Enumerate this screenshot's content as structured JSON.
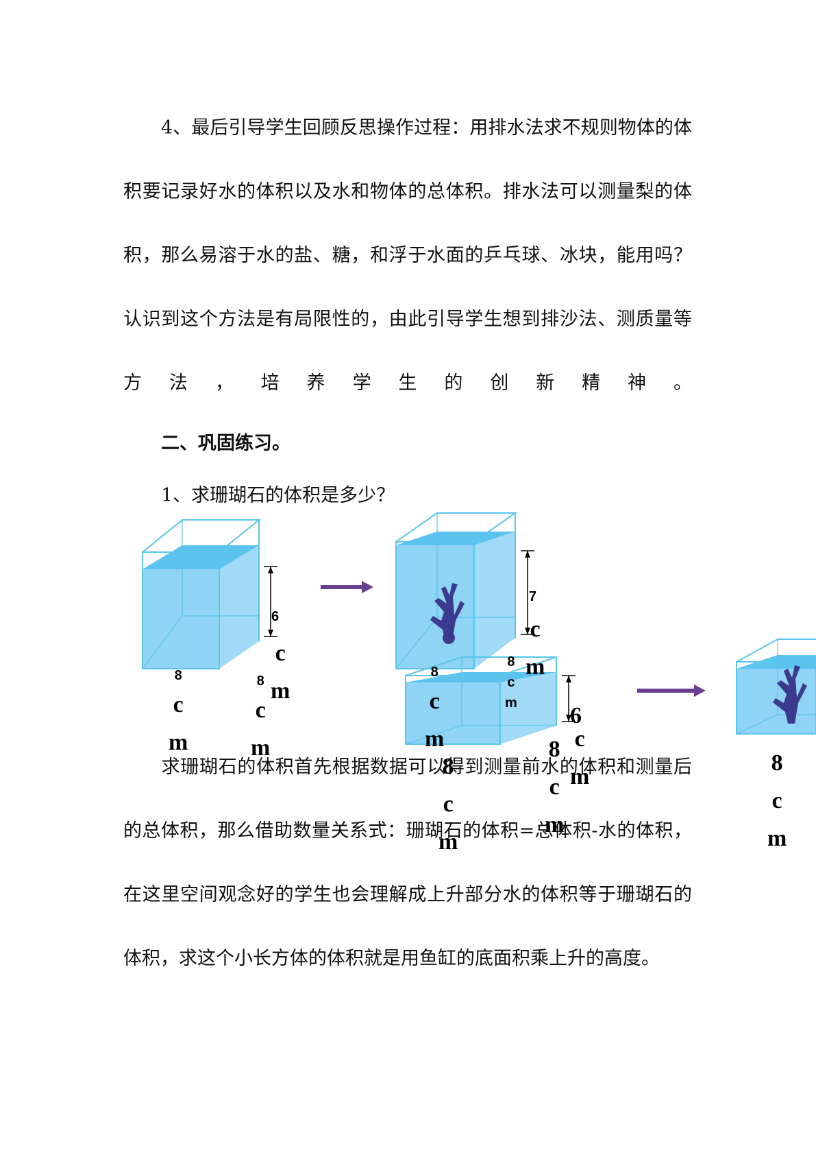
{
  "colors": {
    "water": "#8fd3f5",
    "water_top": "#5cc2ee",
    "glass": "#59c6ea",
    "arrow": "#6a3f8f",
    "coral": "#3b3a8f"
  },
  "paragraph_reflection": "4、最后引导学生回顾反思操作过程：用排水法求不规则物体的体积要记录好水的体积以及水和物体的总体积。排水法可以测量梨的体积，那么易溶于水的盐、糖，和浮于水面的乒乓球、冰块，能用吗？认识到这个方法是有局限性的，由此引导学生想到排沙法、测质量等方法，培养学生的创新精神。",
  "section_heading": "二、巩固练习。",
  "question_1": "1、求珊瑚石的体积是多少？",
  "figure": {
    "tank_1": {
      "height_num": "6",
      "width_num": "8",
      "depth_num": "8",
      "unit_c": "c",
      "unit_m": "m"
    },
    "tank_2": {
      "height_num": "7",
      "width_num": "8",
      "unit_c": "c",
      "unit_m": "m"
    },
    "tank_3": {
      "height_num": "6",
      "width_num": "8",
      "depth_num": "8",
      "side_num": "8",
      "unit_c": "c",
      "unit_m": "m"
    },
    "tank_4": {
      "width_num": "8",
      "unit_c": "c",
      "unit_m": "m"
    }
  },
  "paragraph_explanation": "求珊瑚石的体积首先根据数据可以得到测量前水的体积和测量后的总体积，那么借助数量关系式：珊瑚石的体积=总体积-水的体积，在这里空间观念好的学生也会理解成上升部分水的体积等于珊瑚石的体积，求这个小长方体的体积就是用鱼缸的底面积乘上升的高度。"
}
